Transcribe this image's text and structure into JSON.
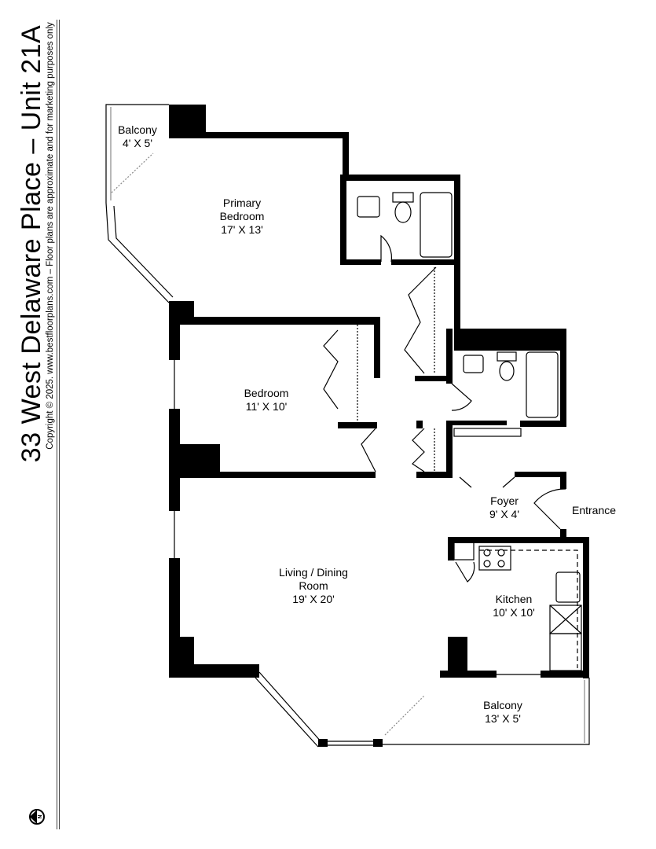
{
  "header": {
    "title": "33 West Delaware Place – Unit 21A",
    "subtitle": "Copyright © 2025. www.bestfloorplans.com – Floor plans are approximate and for marketing purposes only"
  },
  "rooms": [
    {
      "name": "Balcony",
      "size": "4' X 5'"
    },
    {
      "name": "Primary Bedroom",
      "size": "17' X 13'"
    },
    {
      "name": "Bedroom",
      "size": "11' X 10'"
    },
    {
      "name": "Foyer",
      "size": "9' X 4'"
    },
    {
      "name": "Entrance",
      "size": ""
    },
    {
      "name": "Living / Dining Room",
      "size": "19' X 20'"
    },
    {
      "name": "Kitchen",
      "size": "10' X 10'"
    },
    {
      "name": "Balcony",
      "size": "13' X 5'"
    }
  ],
  "compass": {
    "label": "N",
    "icon": "north-arrow-icon"
  },
  "colors": {
    "wall": "#000000",
    "background": "#ffffff"
  }
}
